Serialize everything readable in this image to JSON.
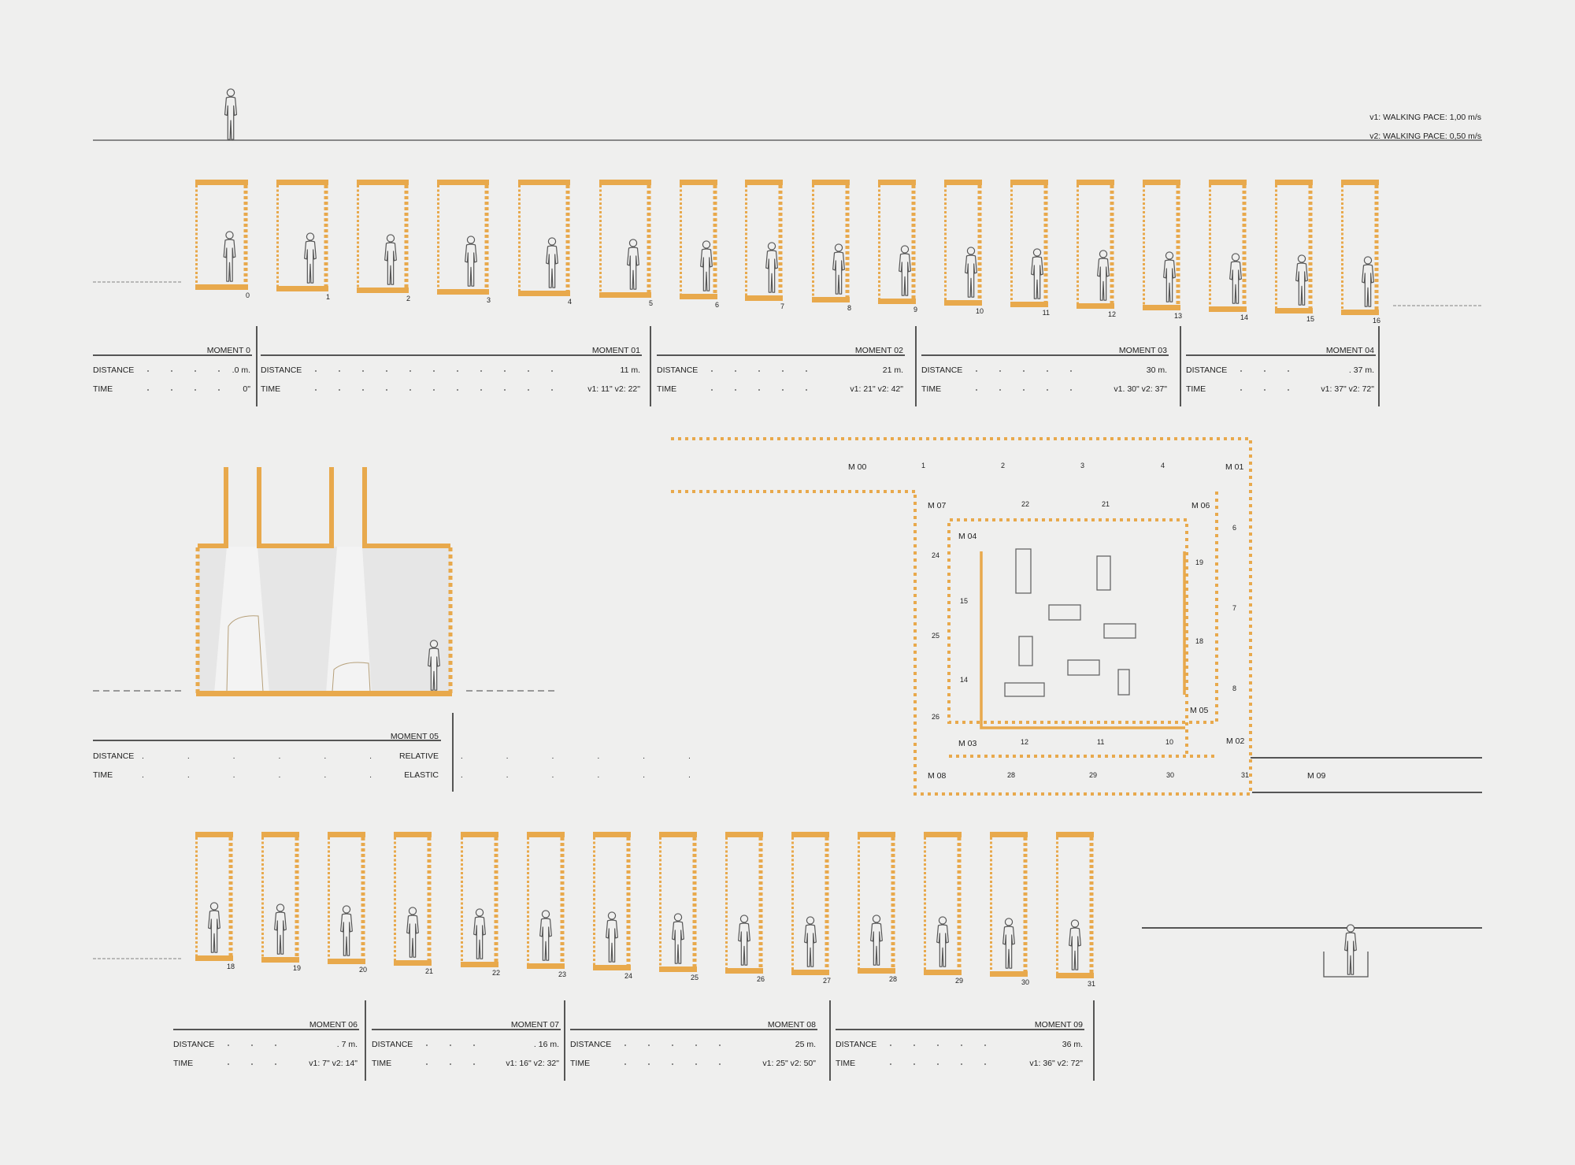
{
  "walking_paces": {
    "v1": "v1: WALKING PACE: 1,00 m/s",
    "v2": "v2: WALKING PACE: 0,50 m/s"
  },
  "row1": {
    "cell_numbers": [
      "0",
      "1",
      "2",
      "3",
      "4",
      "5",
      "6",
      "7",
      "8",
      "9",
      "10",
      "11",
      "12",
      "13",
      "14",
      "15",
      "16"
    ]
  },
  "row2": {
    "cell_numbers": [
      "18",
      "19",
      "20",
      "21",
      "22",
      "23",
      "24",
      "25",
      "26",
      "27",
      "28",
      "29",
      "30",
      "31"
    ]
  },
  "table_labels": {
    "distance": "DISTANCE",
    "time": "TIME"
  },
  "moments_top": [
    {
      "title": "MOMENT 0",
      "distance": ".0 m.",
      "time": "0\""
    },
    {
      "title": "MOMENT 01",
      "distance": "11 m.",
      "time": "v1: 11\" v2: 22\""
    },
    {
      "title": "MOMENT 02",
      "distance": "21 m.",
      "time": "v1: 21\" v2: 42\""
    },
    {
      "title": "MOMENT 03",
      "distance": "30 m.",
      "time": "v1. 30\" v2: 37\""
    },
    {
      "title": "MOMENT 04",
      "distance": ". 37 m.",
      "time": "v1: 37\" v2: 72\""
    }
  ],
  "moment_05": {
    "title": "MOMENT 05",
    "distance": "RELATIVE",
    "time": "ELASTIC"
  },
  "moments_bottom": [
    {
      "title": "MOMENT 06",
      "distance": ". 7 m.",
      "time": "v1: 7\" v2: 14\""
    },
    {
      "title": "MOMENT 07",
      "distance": ". 16 m.",
      "time": "v1: 16\" v2: 32\""
    },
    {
      "title": "MOMENT 08",
      "distance": "25 m.",
      "time": "v1: 25\" v2: 50\""
    },
    {
      "title": "MOMENT 09",
      "distance": "36 m.",
      "time": "v1: 36\" v2: 72\""
    }
  ],
  "plan": {
    "moments": [
      "M 00",
      "M 01",
      "M 07",
      "M 06",
      "M 04",
      "M 05",
      "M 03",
      "M 02",
      "M 08",
      "M 09"
    ],
    "numbers": [
      "1",
      "2",
      "3",
      "4",
      "22",
      "21",
      "6",
      "24",
      "19",
      "15",
      "7",
      "25",
      "18",
      "14",
      "8",
      "26",
      "12",
      "11",
      "10",
      "28",
      "29",
      "30",
      "31"
    ]
  },
  "colors": {
    "accent": "#e8a94c",
    "line": "#333333",
    "figure": "#555555"
  }
}
